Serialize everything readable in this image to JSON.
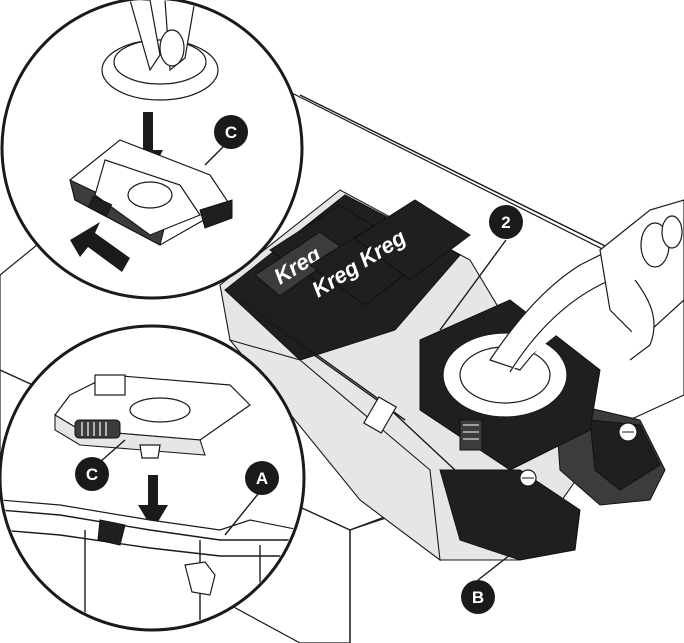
{
  "callouts": {
    "c_top": "C",
    "c_bottom": "C",
    "a": "A",
    "b": "B",
    "two": "2"
  },
  "logo": {
    "brand": "Kreg"
  },
  "colors": {
    "ink": "#1a1a1a",
    "dark_plastic": "#1f1f1f",
    "callout_fill": "#1a1a1a",
    "callout_text": "#ffffff",
    "background": "#ffffff"
  }
}
